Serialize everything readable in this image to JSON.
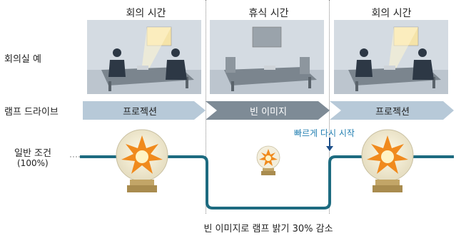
{
  "phases": [
    "회의 시간",
    "휴식 시간",
    "회의 시간"
  ],
  "row_labels": {
    "room_example": "회의실 예",
    "lamp_drive": "램프 드라이브",
    "normal_condition": "일반 조건",
    "normal_percent": "(100%)"
  },
  "arrows": [
    "프로젝션",
    "빈 이미지",
    "프로젝션"
  ],
  "annotations": {
    "restart": "빠르게 다시 시작",
    "caption": "빈 이미지로 램프 밝기 30% 감소"
  },
  "colors": {
    "arrow_light": "#b7c9d8",
    "arrow_dark": "#7e8b96",
    "line": "#1d6b80",
    "restart": "#1f7db0",
    "lamp_glow": "#f08a1d",
    "lamp_base": "#a98c4f"
  }
}
